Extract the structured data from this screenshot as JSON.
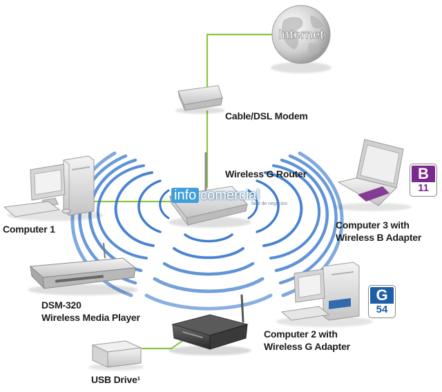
{
  "labels": {
    "internet": "Internet",
    "modem": "Cable/DSL Modem",
    "router": "Wireless G Router",
    "computer1": "Computer 1",
    "computer3_line1": "Computer 3 with",
    "computer3_line2": "Wireless B Adapter",
    "dsm_line1": "DSM-320",
    "dsm_line2": "Wireless Media Player",
    "computer2_line1": "Computer 2 with",
    "computer2_line2": "Wireless G Adapter",
    "usb_drive": "USB Drive¹"
  },
  "badges": {
    "b": {
      "letter": "B",
      "number": "11",
      "color": "#7a2a8c"
    },
    "g": {
      "letter": "G",
      "number": "54",
      "color": "#1f5ea8"
    }
  },
  "watermark": {
    "part1": "info",
    "part2": "comercial",
    "tagline": "facil de negocios"
  },
  "colors": {
    "wire": "#8cc63f",
    "wave": "#2a6fc9",
    "device": "#d8d8d8"
  }
}
